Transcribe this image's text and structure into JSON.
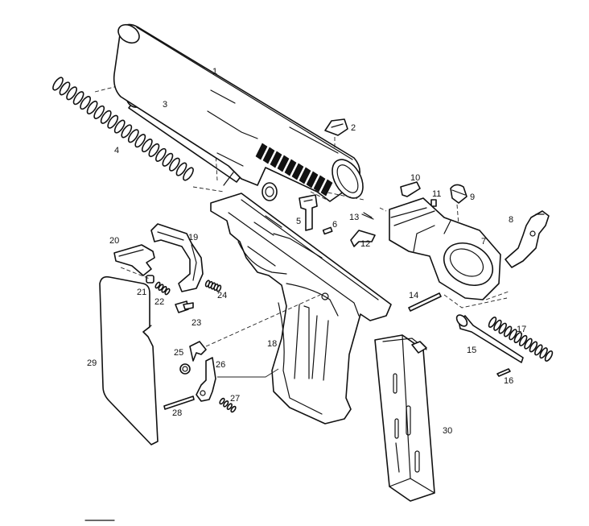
{
  "labels": {
    "p1": "1",
    "p2": "2",
    "p3": "3",
    "p4": "4",
    "p5": "5",
    "p6": "6",
    "p7": "7",
    "p8": "8",
    "p9": "9",
    "p10": "10",
    "p11": "11",
    "p12": "12",
    "p13": "13",
    "p14": "14",
    "p15": "15",
    "p16": "16",
    "p17": "17",
    "p18": "18",
    "p19": "19",
    "p20": "20",
    "p21": "21",
    "p22": "22",
    "p23": "23",
    "p24": "24",
    "p25": "25",
    "p26": "26",
    "p27": "27",
    "p28": "28",
    "p29": "29",
    "p30": "30"
  },
  "colors": {
    "ink": "#111111",
    "paper": "#ffffff"
  }
}
